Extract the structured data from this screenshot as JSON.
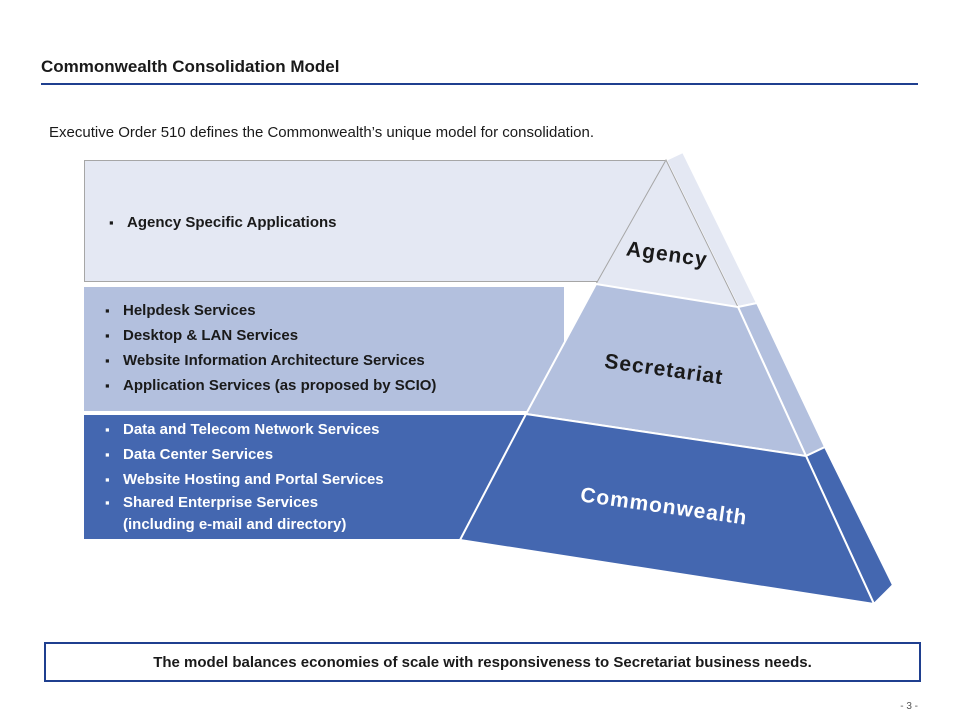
{
  "header": {
    "title": "Commonwealth Consolidation Model",
    "subtitle": "Executive Order 510 defines the Commonwealth’s unique model for consolidation."
  },
  "tiers": {
    "agency": {
      "label": "Agency",
      "items": [
        "Agency Specific Applications"
      ]
    },
    "secretariat": {
      "label": "Secretariat",
      "items": [
        "Helpdesk Services",
        "Desktop & LAN Services",
        "Website Information Architecture Services",
        "Application Services (as proposed by SCIO)"
      ]
    },
    "commonwealth": {
      "label": "Commonwealth",
      "items": [
        "Data and Telecom Network Services",
        "Data Center Services",
        "Website Hosting and Portal Services",
        "Shared Enterprise Services",
        "(including e-mail and directory)"
      ]
    }
  },
  "footer": {
    "summary": "The model balances economies of scale with responsiveness to Secretariat business needs.",
    "page": "- 3 -"
  },
  "colors": {
    "agency": "#e4e8f3",
    "secretariat": "#b3c0de",
    "commonwealth": "#4467b0",
    "rule": "#1f3f8f"
  }
}
